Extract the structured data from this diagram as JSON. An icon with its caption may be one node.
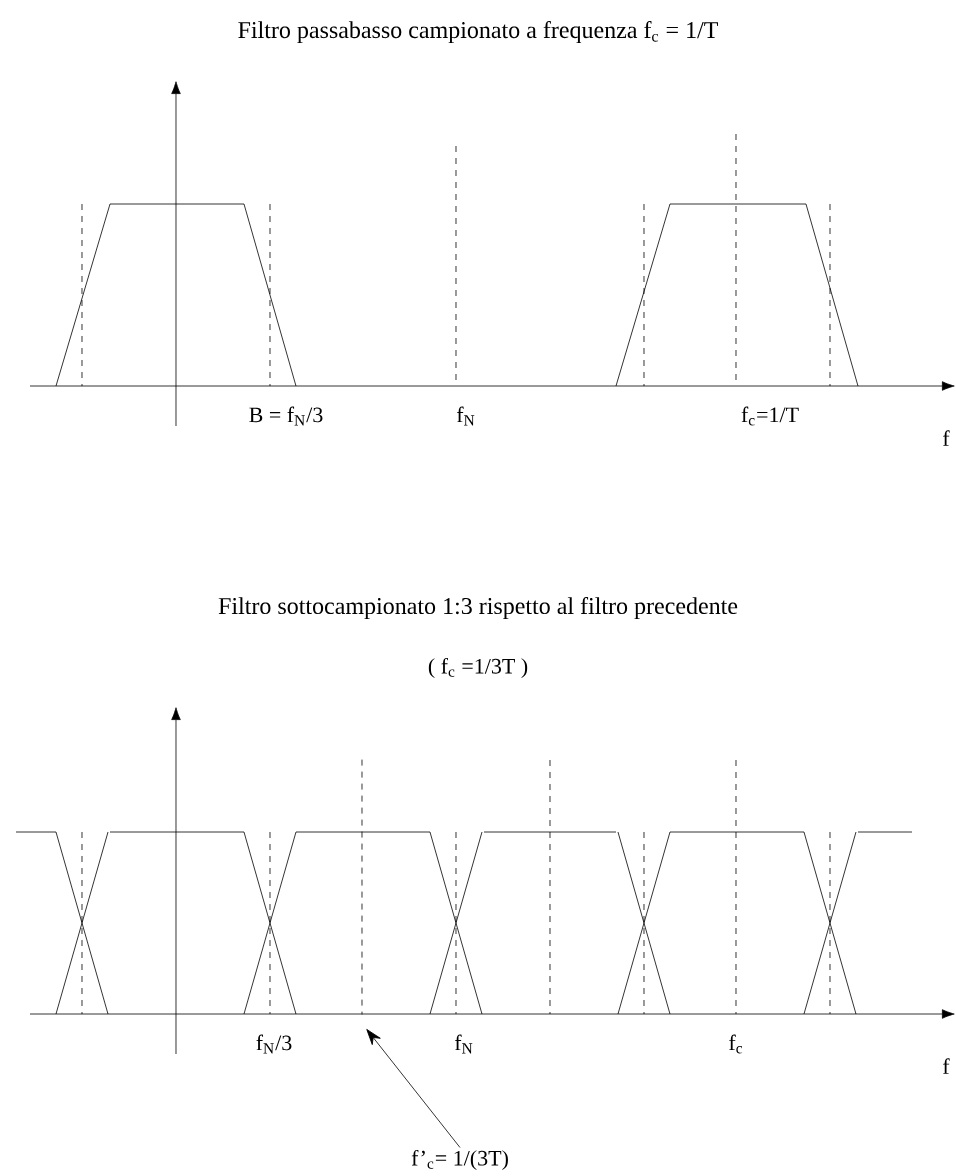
{
  "diagram": {
    "title": "Filtro passabasso campionato a frequenza  f$_{c}$ = 1/T",
    "nodes": [
      {
        "text": [
          "f’$_{c}$= 1/(3T)"
        ]
      },
      {
        "text": [],
        "shape": "line"
      }
    ],
    "edges": [
      {
        "from": 0,
        "to": 1,
        "arrow": "to"
      }
    ],
    "labels": [
      "B = f$_{N}$/3",
      "f$_{N}$",
      "f$_{c}$=1/T",
      "f",
      "Filtro sottocampionato 1:3 rispetto al filtro precedente",
      "( f$_{c}$ =1/3T )",
      "f$_{N}$/3",
      "f$_{N}$",
      "f$_{c}$",
      "f"
    ]
  }
}
